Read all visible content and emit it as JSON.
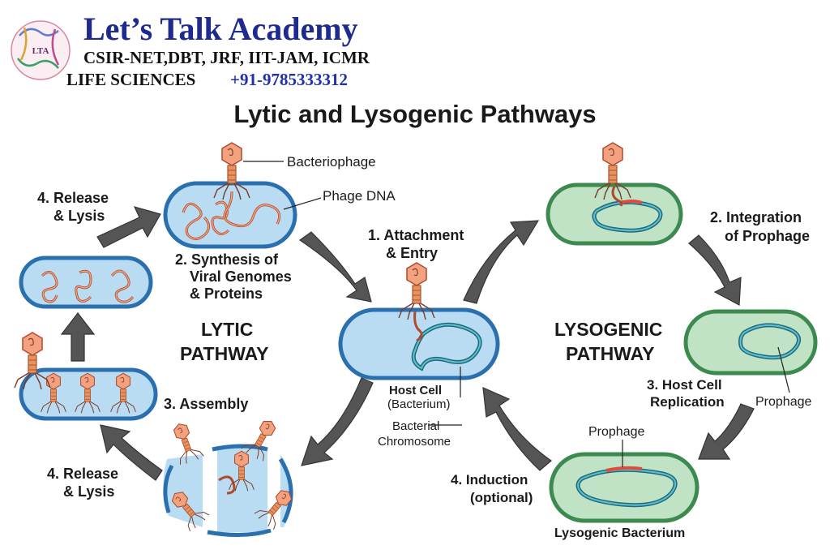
{
  "header": {
    "brand_name": "Let’s Talk Academy",
    "exams_line": "CSIR-NET,DBT, JRF, IIT-JAM, ICMR",
    "subject": "LIFE SCIENCES",
    "phone": "+91-9785333312",
    "logo_text": "LTA"
  },
  "diagram": {
    "title": "Lytic and Lysogenic Pathways",
    "lytic": {
      "pathway_line1": "LYTIC",
      "pathway_line2": "PATHWAY",
      "release_top_line1": "4. Release",
      "release_top_line2": "& Lysis",
      "synthesis_line1": "2. Synthesis of",
      "synthesis_line2": "Viral Genomes",
      "synthesis_line3": "& Proteins",
      "assembly": "3. Assembly",
      "release_bottom_line1": "4. Release",
      "release_bottom_line2": "& Lysis",
      "bacteriophage": "Bacteriophage",
      "phage_dna": "Phage DNA"
    },
    "center": {
      "attachment_line1": "1. Attachment",
      "attachment_line2": "& Entry",
      "host_cell": "Host Cell",
      "bacterium": "(Bacterium)",
      "chromosome_line1": "Bacterial",
      "chromosome_line2": "Chromosome"
    },
    "lysogenic": {
      "pathway_line1": "LYSOGENIC",
      "pathway_line2": "PATHWAY",
      "integration_line1": "2. Integration",
      "integration_line2": "of Prophage",
      "replication_line1": "3. Host Cell",
      "replication_line2": "Replication",
      "prophage_right": "Prophage",
      "prophage_bottom": "Prophage",
      "induction_line1": "4. Induction",
      "induction_line2": "(optional)",
      "lysogenic_bacterium": "Lysogenic Bacterium"
    },
    "colors": {
      "lytic_fill": "#b9dcf2",
      "lytic_stroke": "#2a6fae",
      "lysogenic_fill": "#bfe3c4",
      "lysogenic_stroke": "#3c8a4f",
      "dna": "#e07a5a",
      "chromosome": "#2e8fa0",
      "arrow": "#555555",
      "brand_blue": "#1f2a8f",
      "phone_blue": "#1f2fae"
    }
  }
}
